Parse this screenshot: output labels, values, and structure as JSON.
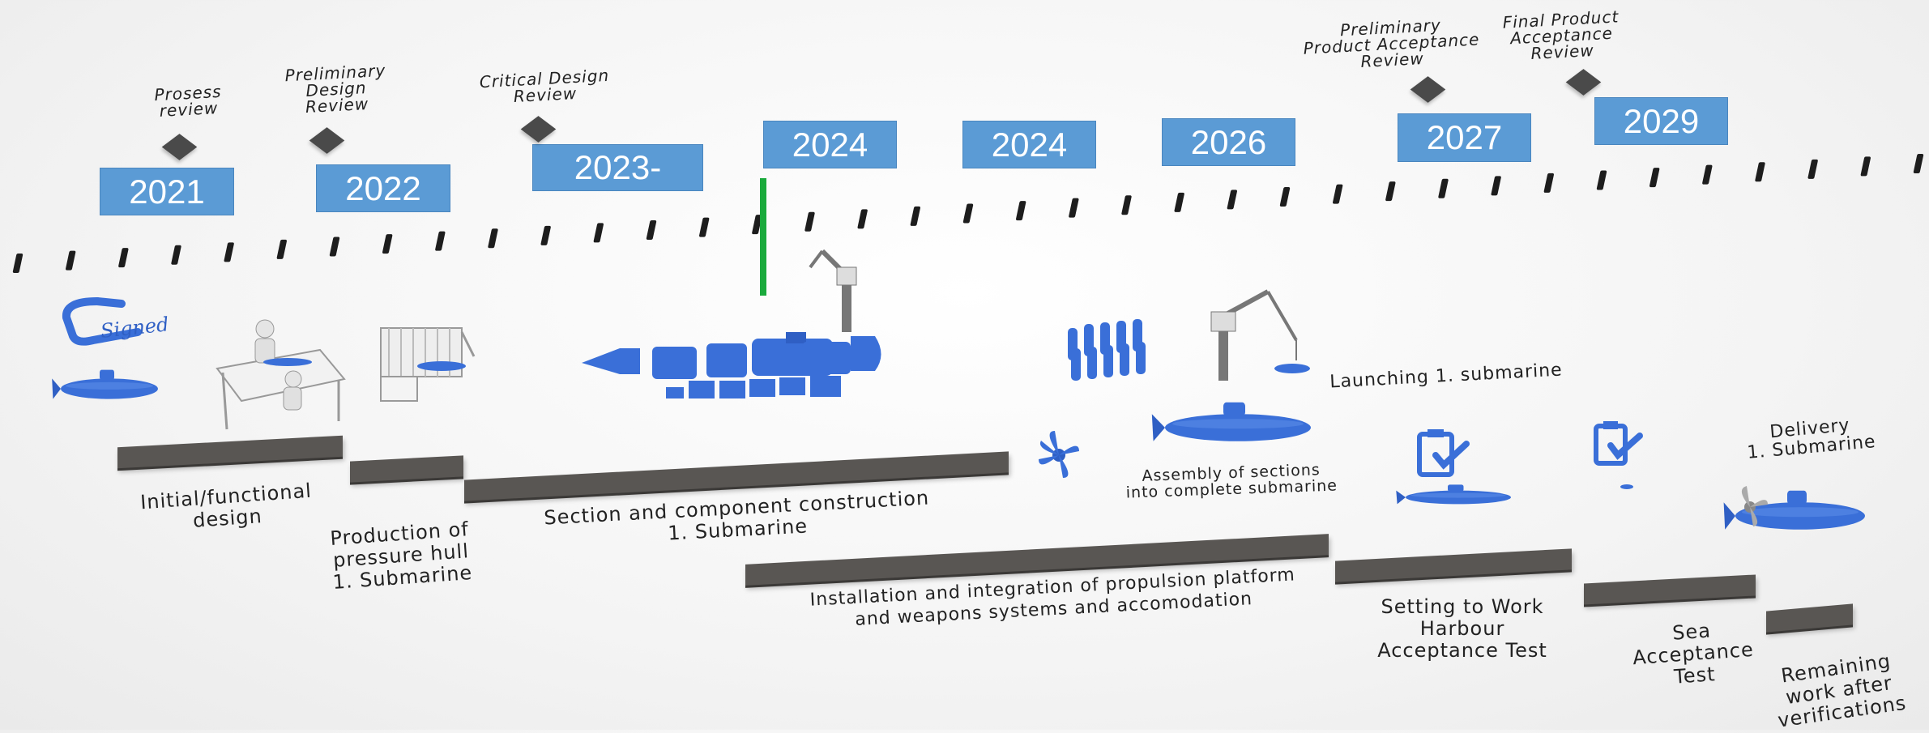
{
  "timeline": {
    "years": [
      "2021",
      "2022",
      "2023-",
      "2024",
      "2024",
      "2026",
      "2027",
      "2029"
    ],
    "reviews": [
      "Prosess\nreview",
      "Preliminary\nDesign\nReview",
      "Critical Design\nReview",
      "Preliminary\nProduct Acceptance\nReview",
      "Final Product\nAcceptance\nReview"
    ],
    "current_marker_color": "#1aaa3c"
  },
  "phases": [
    "Initial/functional\ndesign",
    "Production of\npressure hull\n1. Submarine",
    "Section and component construction\n1. Submarine",
    "Installation and integration of propulsion platform\nand weapons systems and accomodation",
    "Setting to Work\nHarbour\nAcceptance Test",
    "Sea\nAcceptance\nTest",
    "Remaining\nwork after\nverifications"
  ],
  "annotations": {
    "signed": "Signed",
    "assembly": "Assembly of sections\ninto complete submarine",
    "launching": "Launching 1. submarine",
    "delivery": "Delivery\n1. Submarine"
  },
  "colors": {
    "accent": "#5b9bd5",
    "model_blue": "#3a6fd8",
    "bar_gray": "#595653",
    "marker_gray": "#4a4a4a"
  },
  "icons": [
    "submarine-icon",
    "signature-icon",
    "desk-worker-icon",
    "pressure-hull-icon",
    "crane-icon",
    "torpedo-icon",
    "propeller-icon",
    "checklist-icon"
  ]
}
